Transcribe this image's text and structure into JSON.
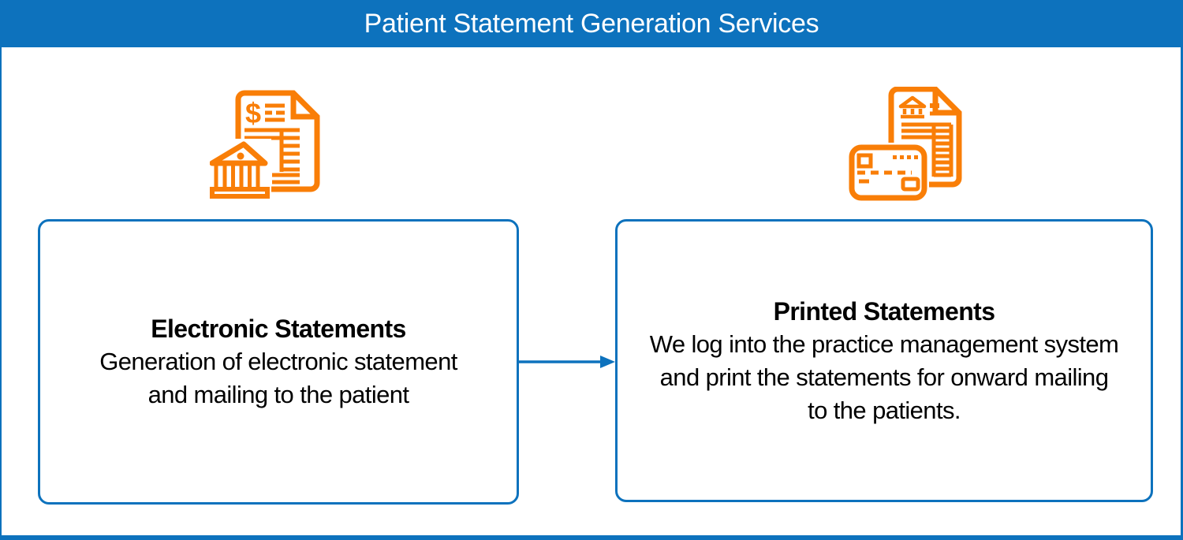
{
  "header": {
    "title": "Patient Statement Generation Services"
  },
  "cards": [
    {
      "id": "electronic-statements",
      "icon": "bank-statement-icon",
      "title": "Electronic Statements",
      "lines": [
        "Generation of electronic statement",
        "and mailing to the patient"
      ]
    },
    {
      "id": "printed-statements",
      "icon": "document-credit-card-icon",
      "title": "Printed Statements",
      "lines": [
        "We log into the practice management system",
        "and print the statements for onward mailing",
        "to the patients."
      ]
    }
  ],
  "connector": {
    "type": "arrow",
    "direction": "right",
    "from": "electronic-statements",
    "to": "printed-statements"
  },
  "colors": {
    "primary_blue": "#0d72bd",
    "icon_orange": "#f97e07",
    "text": "#000000",
    "background": "#ffffff"
  }
}
